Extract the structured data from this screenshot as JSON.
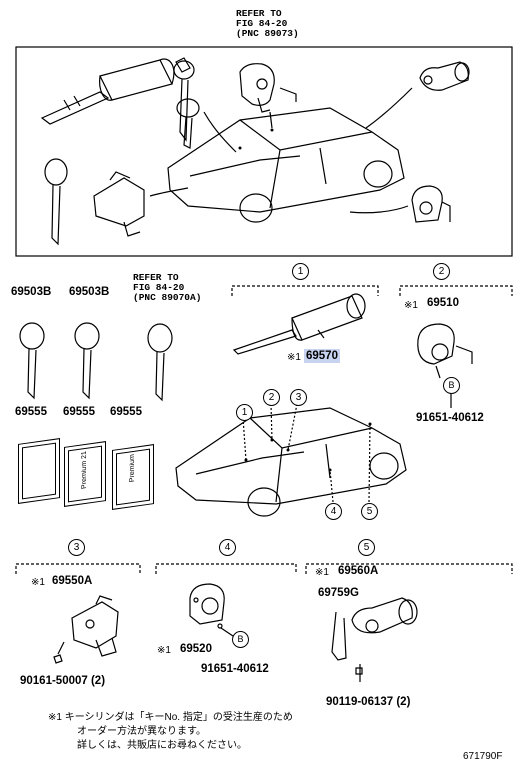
{
  "top_ref": "REFER TO\nFIG 84-20\n(PNC 89073)",
  "mid_ref": "REFER TO\nFIG 84-20\n(PNC 89070A)",
  "section_numbers": [
    "1",
    "2",
    "3",
    "4",
    "5"
  ],
  "keys": {
    "key1": "69503B",
    "key2": "69503B"
  },
  "cards": {
    "label1": "69555",
    "label2": "69555",
    "label3": "69555",
    "card_text1": "Premium 21",
    "card_text2": "Premium"
  },
  "section1": {
    "mark": "※1",
    "part": "69570"
  },
  "section2": {
    "mark": "※1",
    "part": "69510",
    "bolt_marker": "B",
    "bolt": "91651-40612"
  },
  "section3": {
    "mark": "※1",
    "part": "69550A",
    "screw": "90161-50007 (2)"
  },
  "section4": {
    "mark": "※1",
    "part": "69520",
    "bolt_marker": "B",
    "bolt": "91651-40612"
  },
  "section5": {
    "mark": "※1",
    "part": "69560A",
    "sub_part": "69759G",
    "screw": "90119-06137 (2)"
  },
  "footnote": {
    "line1": "※1 キーシリンダは「キーNo. 指定」の受注生産のため",
    "line2": "オーダー方法が異なります。",
    "line3": "詳しくは、共販店にお尋ねください。"
  },
  "figure_id": "671790F"
}
